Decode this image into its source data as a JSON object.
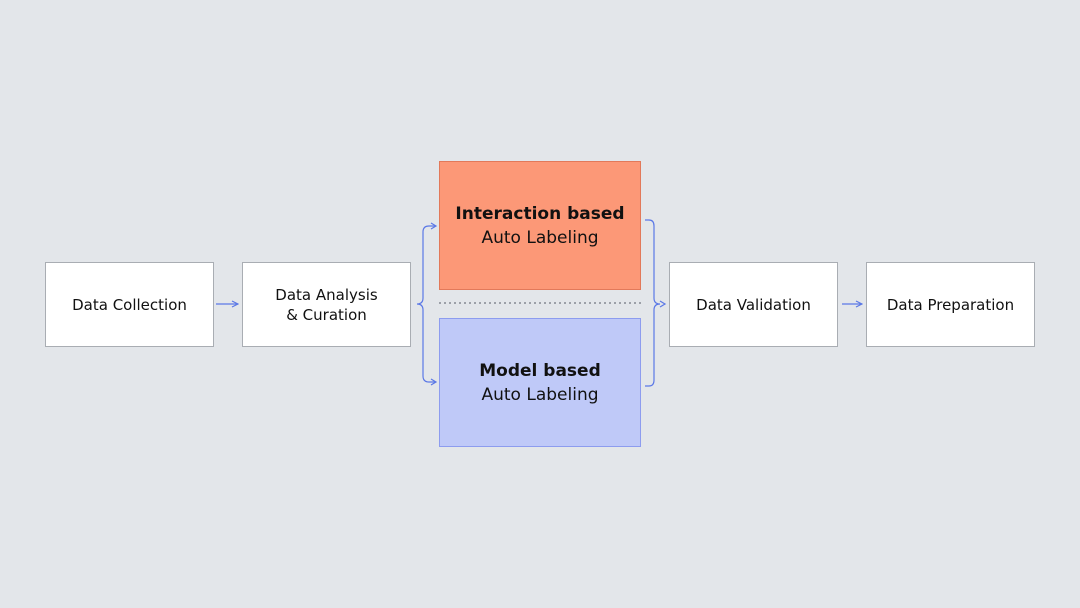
{
  "steps": {
    "collection": "Data Collection",
    "analysis_line1": "Data Analysis",
    "analysis_line2": "& Curation",
    "validation": "Data Validation",
    "preparation": "Data Preparation"
  },
  "labeling": {
    "interaction_title": "Interaction based",
    "interaction_subtitle": "Auto Labeling",
    "model_title": "Model based",
    "model_subtitle": "Auto Labeling"
  },
  "colors": {
    "background": "#e3e6ea",
    "connector": "#5b78e6",
    "interaction_fill": "#fc9877",
    "model_fill": "#bfc9f8"
  }
}
